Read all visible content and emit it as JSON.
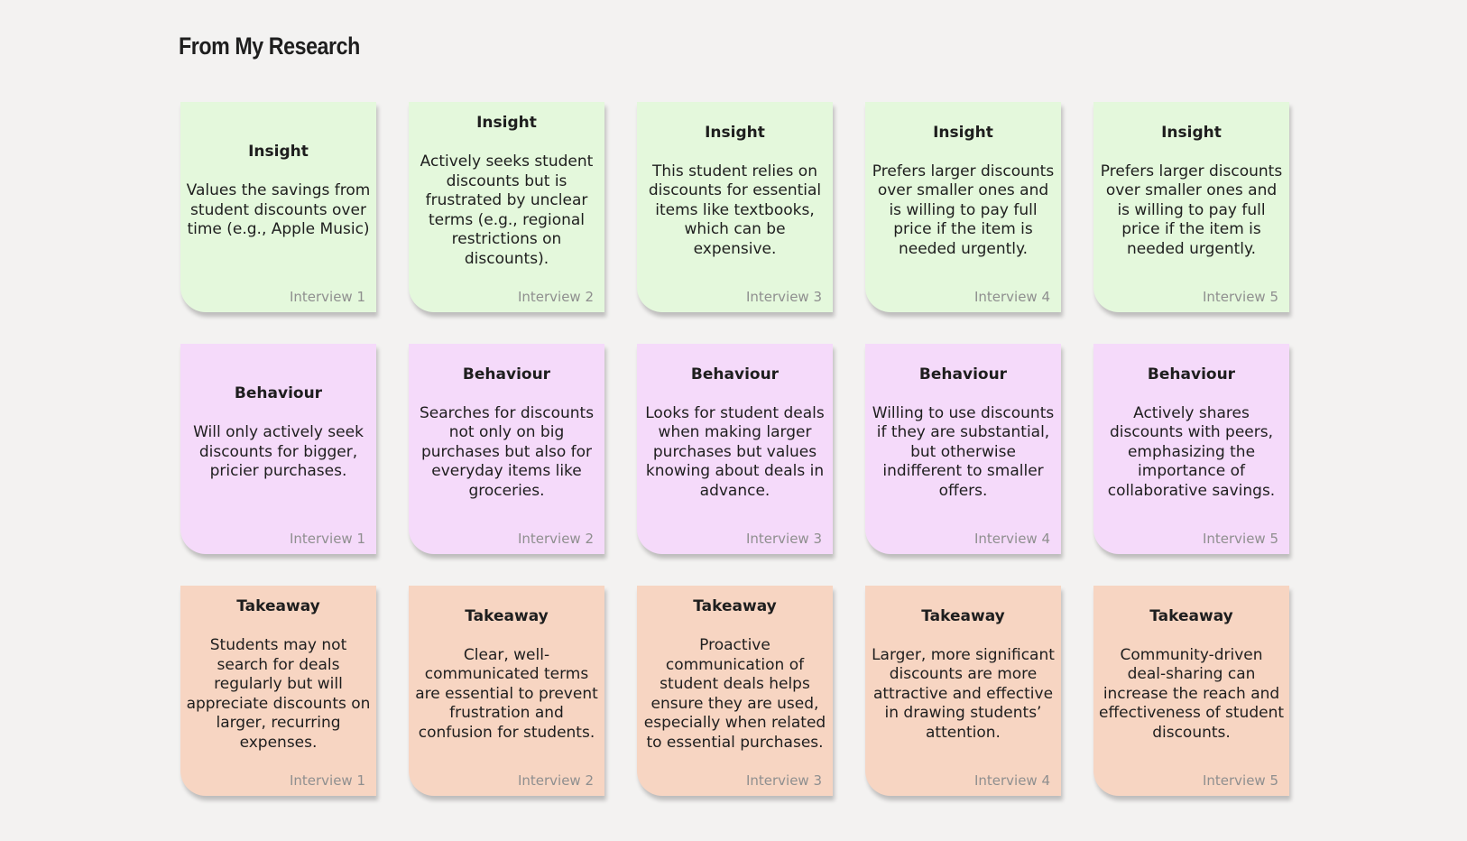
{
  "page": {
    "title": "From My Research"
  },
  "colors": {
    "insight": "#e4f8dc",
    "behaviour": "#f5dafa",
    "takeaway": "#f7d5c2",
    "background": "#f3f2f1"
  },
  "rows": [
    {
      "type": "insight",
      "heading": "Insight",
      "notes": [
        {
          "body": "Values the savings from student discounts over time (e.g., Apple Music)",
          "source": "Interview 1"
        },
        {
          "body": "Actively seeks student discounts but is frustrated by unclear terms (e.g., regional restrictions on discounts).",
          "source": "Interview 2"
        },
        {
          "body": "This student relies on discounts for essential items like textbooks, which can be expensive.",
          "source": "Interview 3"
        },
        {
          "body": "Prefers larger discounts over smaller ones and is willing to pay full price if the item is needed urgently.",
          "source": "Interview 4"
        },
        {
          "body": "Prefers larger discounts over smaller ones and is willing to pay full price if the item is needed urgently.",
          "source": "Interview 5"
        }
      ]
    },
    {
      "type": "behaviour",
      "heading": "Behaviour",
      "notes": [
        {
          "body": "Will only actively seek discounts for bigger, pricier purchases.",
          "source": "Interview 1"
        },
        {
          "body": "Searches for discounts not only on big purchases but also for everyday items like groceries.",
          "source": "Interview 2"
        },
        {
          "body": "Looks for student deals when making larger purchases but values knowing about deals in advance.",
          "source": "Interview 3"
        },
        {
          "body": "Willing to use discounts if they are substantial, but otherwise indifferent to smaller offers.",
          "source": "Interview 4"
        },
        {
          "body": "Actively shares discounts with peers, emphasizing the importance of collaborative savings.",
          "source": "Interview 5"
        }
      ]
    },
    {
      "type": "takeaway",
      "heading": "Takeaway",
      "notes": [
        {
          "body": "Students may not search for deals regularly but will appreciate discounts on larger, recurring expenses.",
          "source": "Interview 1"
        },
        {
          "body": "Clear, well-communicated terms are essential to prevent frustration and confusion for students.",
          "source": "Interview 2"
        },
        {
          "body": "Proactive communication of student deals helps ensure they are used, especially when related to essential purchases.",
          "source": "Interview 3"
        },
        {
          "body": "Larger, more significant discounts are more attractive and effective in drawing students’ attention.",
          "source": "Interview 4"
        },
        {
          "body": "Community-driven deal-sharing can increase the reach and effectiveness of student discounts.",
          "source": "Interview 5"
        }
      ]
    }
  ]
}
